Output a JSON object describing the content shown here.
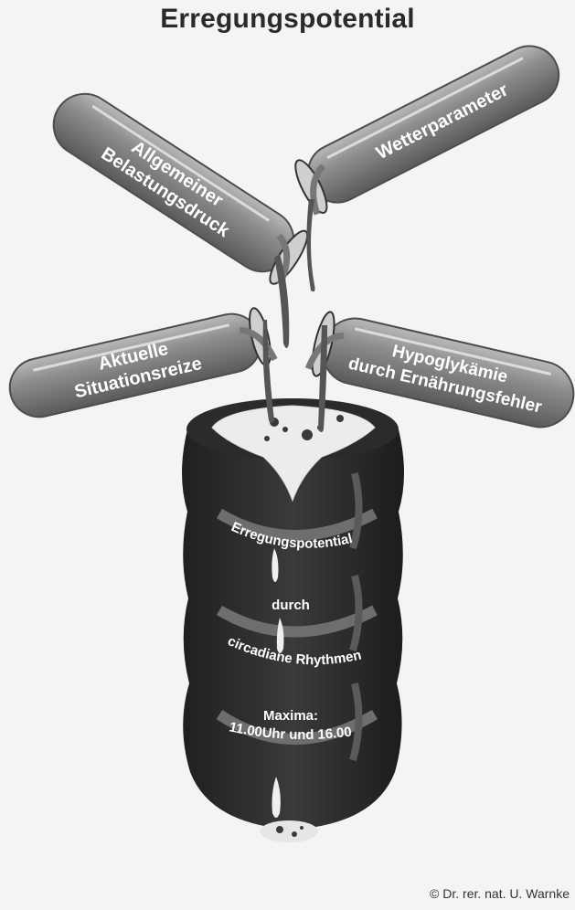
{
  "title": "Erregungspotential",
  "tubes": {
    "top_left": [
      "Allgemeiner",
      "Belastungsdruck"
    ],
    "top_right": [
      "Wetterparameter"
    ],
    "bottom_left": [
      "Aktuelle",
      "Situationsreize"
    ],
    "bottom_right": [
      "Hypoglykämie",
      "durch Ernährungsfehler"
    ]
  },
  "barrel": {
    "band1": "Erregungspotential",
    "band2_upper": "durch",
    "band2_lower": "circadiane Rhythmen",
    "band3_upper": "Maxima:",
    "band3_lower": "11.00Uhr und 16.00Uhr"
  },
  "copyright": "© Dr. rer. nat. U. Warnke"
}
